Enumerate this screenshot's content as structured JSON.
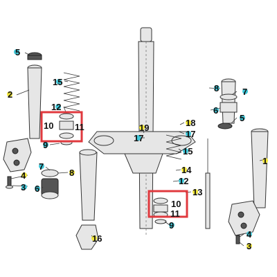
{
  "colors": {
    "highlight_box": "#e0393e",
    "marker_cyan": "#3fc7d8",
    "marker_yellow": "#f1e63a",
    "line": "#333333"
  },
  "callouts": {
    "c5": "5",
    "c2": "2",
    "c15a": "15",
    "c12a": "12",
    "c10a": "10",
    "c11a": "11",
    "c9a": "9",
    "c7a": "7",
    "c8a": "8",
    "c4a": "4",
    "c3a": "3",
    "c6a": "6",
    "c16": "16",
    "c19": "19",
    "c17a": "17",
    "c18": "18",
    "c17b": "17",
    "c15b": "15",
    "c14": "14",
    "c12b": "12",
    "c13": "13",
    "c10b": "10",
    "c11b": "11",
    "c9b": "9",
    "c8b": "8",
    "c7b": "7",
    "c6b": "6",
    "c1": "1",
    "c4b": "4",
    "c3b": "3"
  }
}
